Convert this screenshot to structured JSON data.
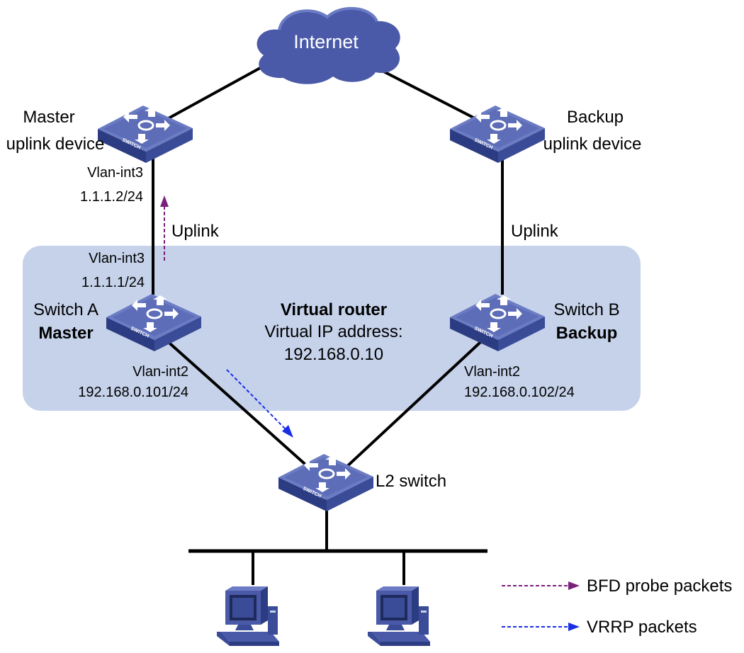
{
  "cloud": {
    "label": "Internet"
  },
  "devices": {
    "master_uplink": {
      "line1": "Master",
      "line2": "uplink device",
      "badge": "SWITCH"
    },
    "backup_uplink": {
      "line1": "Backup",
      "line2": "uplink device",
      "badge": "SWITCH"
    },
    "switch_a": {
      "name": "Switch A",
      "role": "Master",
      "badge": "SWITCH"
    },
    "switch_b": {
      "name": "Switch B",
      "role": "Backup",
      "badge": "SWITCH"
    },
    "l2_switch": {
      "label": "L2 switch",
      "badge": "SWITCH"
    }
  },
  "interfaces": {
    "master_uplink_if": {
      "name": "Vlan-int3",
      "ip": "1.1.1.2/24"
    },
    "switch_a_up_if": {
      "name": "Vlan-int3",
      "ip": "1.1.1.1/24"
    },
    "switch_a_down_if": {
      "name": "Vlan-int2",
      "ip": "192.168.0.101/24"
    },
    "switch_b_down_if": {
      "name": "Vlan-int2",
      "ip": "192.168.0.102/24"
    }
  },
  "links": {
    "uplink_left": "Uplink",
    "uplink_right": "Uplink"
  },
  "virtual_router": {
    "title": "Virtual router",
    "line2": "Virtual IP address:",
    "ip": "192.168.0.10"
  },
  "legend": {
    "bfd": "BFD probe packets",
    "vrrp": "VRRP packets"
  },
  "colors": {
    "virtual_router_bg": "#c5d2ea",
    "device_blue": "#4a5aa8",
    "bfd_arrow": "#7a1f7a",
    "vrrp_arrow": "#1a2ee6",
    "link": "#000000"
  }
}
